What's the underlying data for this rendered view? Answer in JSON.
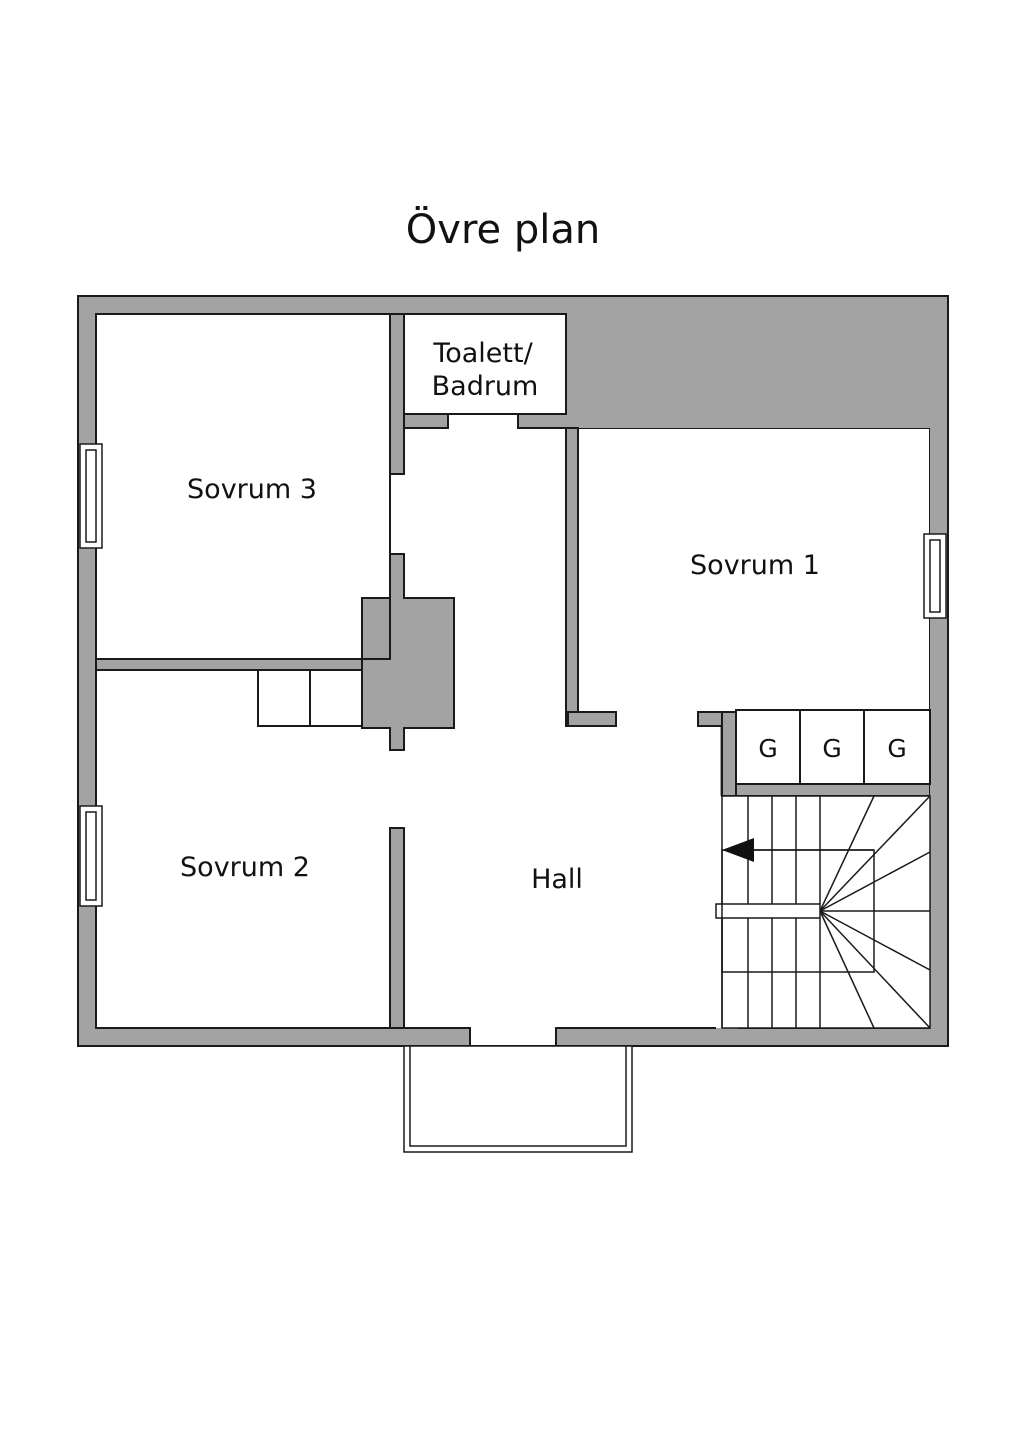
{
  "title": "Övre plan",
  "rooms": {
    "sovrum3": "Sovrum 3",
    "toilet_line1": "Toalett/",
    "toilet_line2": "Badrum",
    "sovrum1": "Sovrum 1",
    "sovrum2": "Sovrum 2",
    "hall": "Hall"
  },
  "closets": [
    "G",
    "G",
    "G"
  ],
  "colors": {
    "wall": "#a3a3a3",
    "line": "#1a1a1a",
    "floor": "#ffffff"
  }
}
